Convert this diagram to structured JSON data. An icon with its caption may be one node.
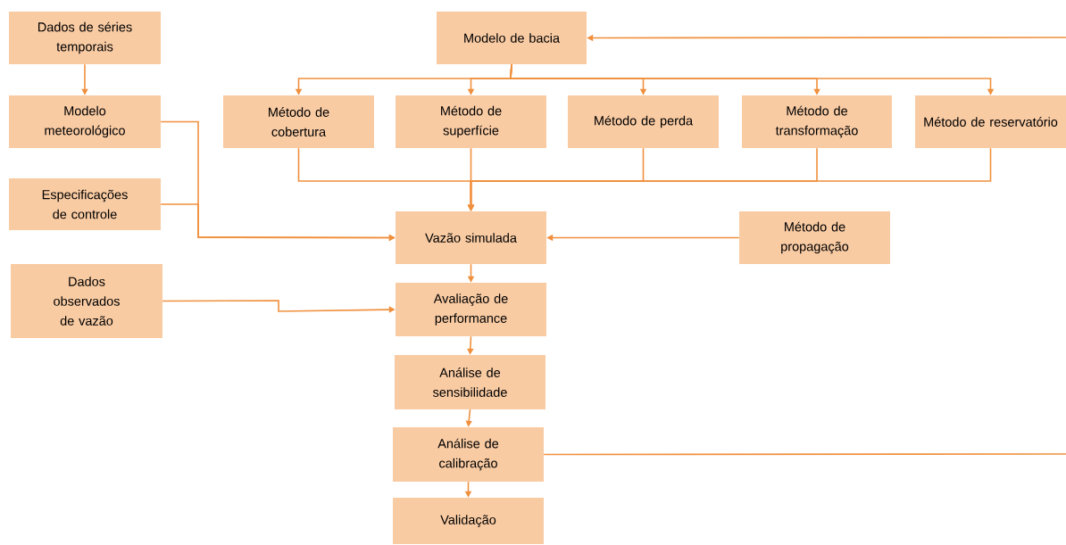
{
  "diagram": {
    "nodes": [
      {
        "text": [
          "Dados de séries temporais"
        ]
      },
      {
        "text": [
          "Modelo meteorológico"
        ]
      },
      {
        "text": [
          "Especificações de controle"
        ]
      },
      {
        "text": [
          "Dados observados de vazão"
        ]
      },
      {
        "text": [
          "Modelo de bacia"
        ]
      },
      {
        "text": [
          "Método de cobertura"
        ]
      },
      {
        "text": [
          "Método de superfície"
        ]
      },
      {
        "text": [
          "Método de perda"
        ]
      },
      {
        "text": [
          "Método de transformação"
        ]
      },
      {
        "text": [
          "Método de reservatório"
        ]
      },
      {
        "text": [
          "Vazão simulada"
        ]
      },
      {
        "text": [
          "Método de propagação"
        ]
      },
      {
        "text": [
          "Avaliação de performance"
        ]
      },
      {
        "text": [
          "Análise de sensibilidade"
        ]
      },
      {
        "text": [
          "Análise de calibração"
        ]
      },
      {
        "text": [
          "Validação"
        ]
      }
    ],
    "edges": [
      {
        "from": 0,
        "to": 1,
        "arrow": "to"
      },
      {
        "from": 4,
        "to": 5,
        "arrow": "to"
      },
      {
        "from": 4,
        "to": 6,
        "arrow": "to"
      },
      {
        "from": 4,
        "to": 7,
        "arrow": "to"
      },
      {
        "from": 4,
        "to": 8,
        "arrow": "to"
      },
      {
        "from": 4,
        "to": 9,
        "arrow": "to"
      },
      {
        "from": 1,
        "to": 10,
        "arrow": "to"
      },
      {
        "from": 2,
        "to": 10,
        "arrow": "to"
      },
      {
        "from": 5,
        "to": 10,
        "arrow": "to"
      },
      {
        "from": 6,
        "to": 10,
        "arrow": "to"
      },
      {
        "from": 7,
        "to": 10,
        "arrow": "to"
      },
      {
        "from": 8,
        "to": 10,
        "arrow": "to"
      },
      {
        "from": 9,
        "to": 10,
        "arrow": "to"
      },
      {
        "from": 11,
        "to": 10,
        "arrow": "to"
      },
      {
        "from": 3,
        "to": 12,
        "arrow": "to"
      },
      {
        "from": 10,
        "to": 12,
        "arrow": "to"
      },
      {
        "from": 12,
        "to": 13,
        "arrow": "to"
      },
      {
        "from": 13,
        "to": 14,
        "arrow": "to"
      },
      {
        "from": 14,
        "to": 15,
        "arrow": "to"
      },
      {
        "from": 14,
        "to": null,
        "arrow": "none"
      },
      {
        "from": null,
        "to": 4,
        "arrow": "to"
      }
    ]
  }
}
